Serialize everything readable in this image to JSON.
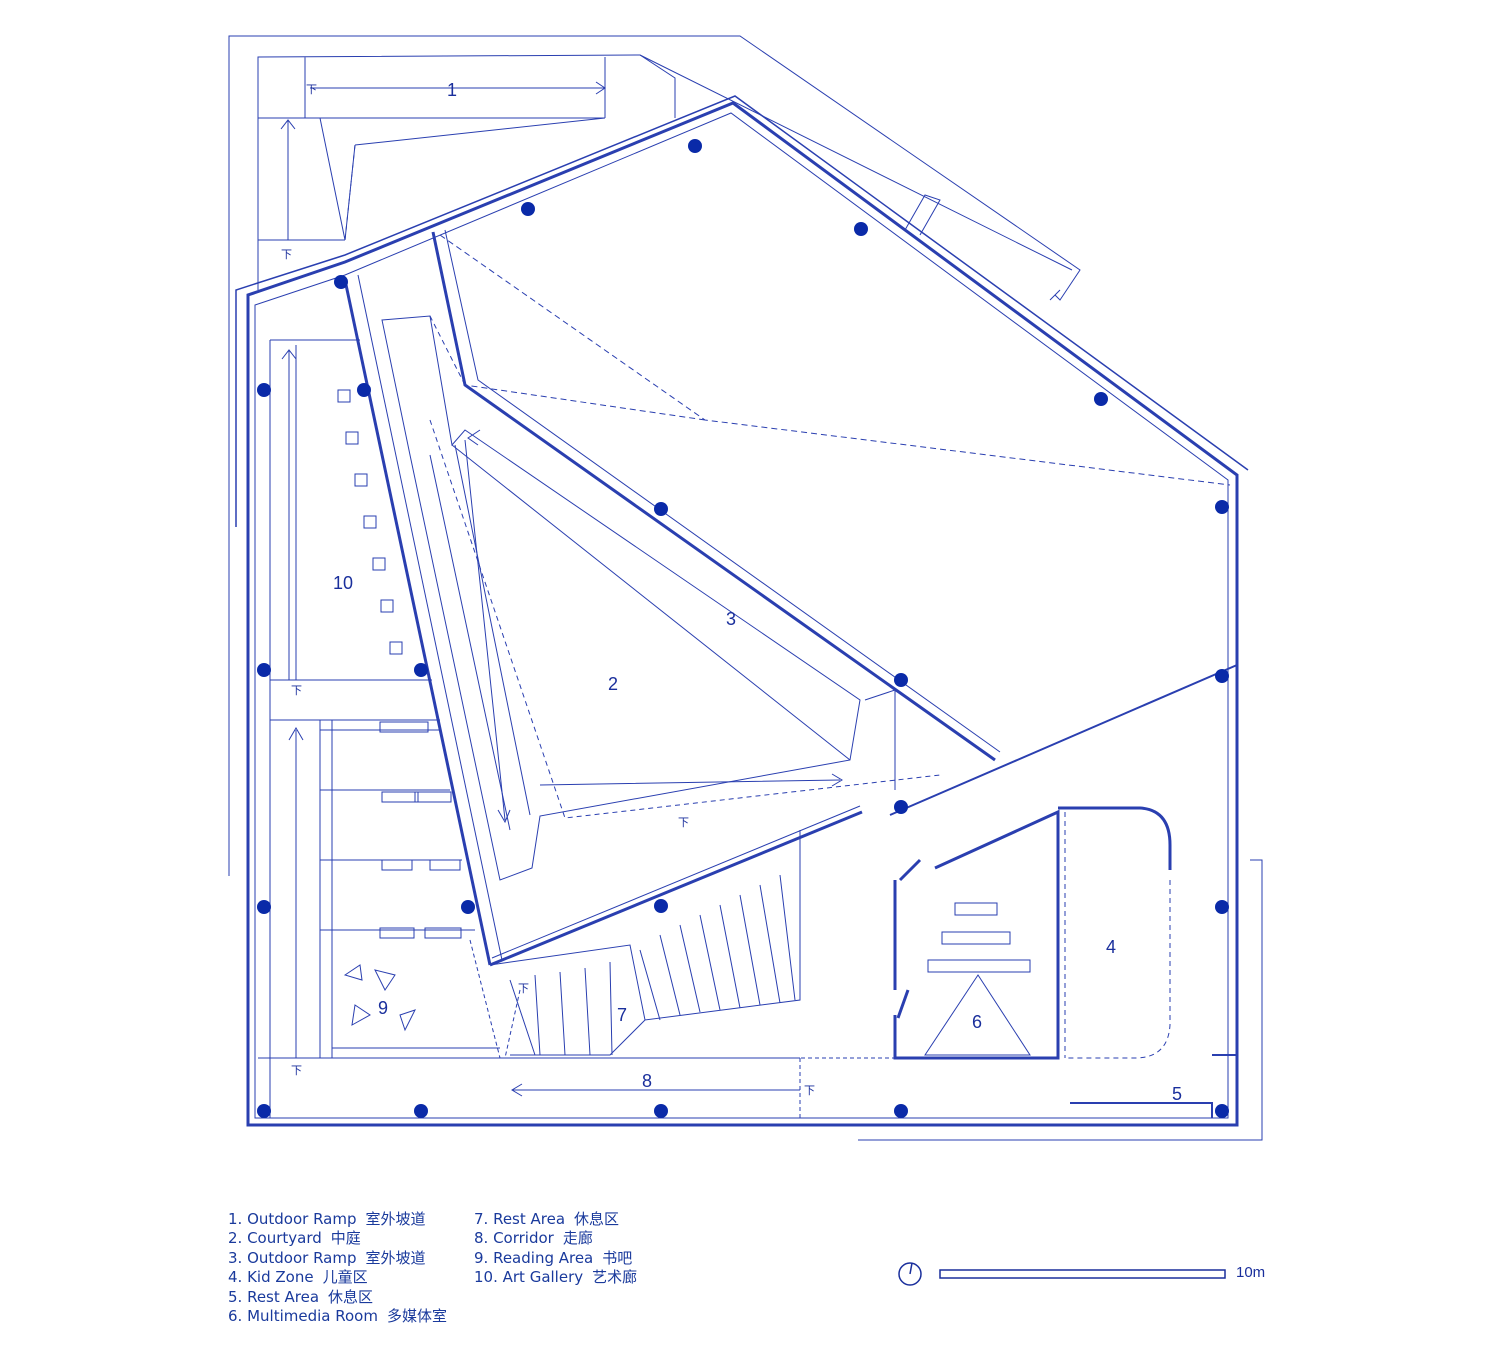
{
  "plan_labels": {
    "outdoor_ramp_1": "1",
    "courtyard": "2",
    "outdoor_ramp_3": "3",
    "kid_zone": "4",
    "rest_area_5": "5",
    "multimedia_room": "6",
    "rest_area_7": "7",
    "corridor": "8",
    "reading_area": "9",
    "art_gallery": "10",
    "down_marker": "下"
  },
  "legend": {
    "col1": [
      {
        "en": "1. Outdoor Ramp",
        "zh": "室外坡道"
      },
      {
        "en": "2. Courtyard",
        "zh": "中庭"
      },
      {
        "en": "3. Outdoor Ramp",
        "zh": "室外坡道"
      },
      {
        "en": "4. Kid Zone",
        "zh": "儿童区"
      },
      {
        "en": "5. Rest Area",
        "zh": "休息区"
      },
      {
        "en": "6. Multimedia Room",
        "zh": "多媒体室"
      }
    ],
    "col2": [
      {
        "en": "7. Rest Area",
        "zh": "休息区"
      },
      {
        "en": "8. Corridor",
        "zh": "走廊"
      },
      {
        "en": "9. Reading Area",
        "zh": "书吧"
      },
      {
        "en": "10. Art Gallery",
        "zh": "艺术廊"
      }
    ]
  },
  "scale": {
    "label": "10m"
  },
  "colors": {
    "line": "#1a2f9c",
    "column": "#0a2aa8"
  }
}
